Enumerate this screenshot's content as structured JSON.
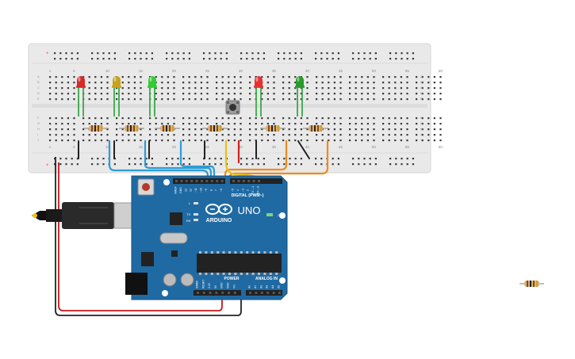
{
  "colors": {
    "breadboard": "#e8e8e8",
    "hole": "#3a3a3a",
    "rail_red": "#d94a4a",
    "rail_blue": "#4a78c8",
    "arduino": "#1f6aa3",
    "wire_blue": "#2d9bd6",
    "wire_orange": "#f08a1e",
    "wire_yellow": "#e8c21a",
    "wire_red": "#d42020",
    "wire_black": "#222222",
    "lead_green": "#3aa84a"
  },
  "breadboard": {
    "column_numbers": [
      "1",
      "5",
      "10",
      "15",
      "20",
      "25",
      "30",
      "35",
      "40",
      "45",
      "50",
      "55",
      "60"
    ],
    "row_letters_top": [
      "A",
      "B",
      "C",
      "D",
      "E"
    ],
    "row_letters_bottom": [
      "F",
      "G",
      "H",
      "I",
      "J"
    ]
  },
  "leds": [
    {
      "color": "#d42a2a",
      "name": "red"
    },
    {
      "color": "#c8a21a",
      "name": "yellow"
    },
    {
      "color": "#33cc33",
      "name": "green"
    },
    {
      "color": "#e83030",
      "name": "red"
    },
    {
      "color": "#2a9a2a",
      "name": "green"
    }
  ],
  "arduino": {
    "brand": "ARDUINO",
    "model": "UNO",
    "digital_label": "DIGITAL (PWM~)",
    "power_label": "POWER",
    "analog_label": "ANALOG IN",
    "on_label": "ON",
    "tx_label": "TX",
    "rx_label": "RX",
    "l_label": "L",
    "digital_pins": [
      "AREF",
      "GND",
      "13",
      "12",
      "~11",
      "~10",
      "~9",
      "8",
      "7",
      "~6",
      "~5",
      "4",
      "~3",
      "2",
      "TX→1",
      "RX←0"
    ],
    "power_pins": [
      "IOREF",
      "RESET",
      "3.3V",
      "5V",
      "GND",
      "GND",
      "Vin"
    ],
    "analog_pins": [
      "A0",
      "A1",
      "A2",
      "A3",
      "A4",
      "A5"
    ]
  }
}
